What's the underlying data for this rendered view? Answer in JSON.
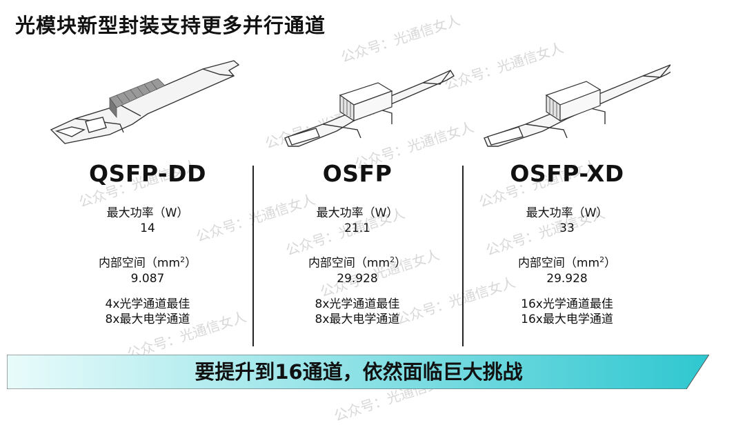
{
  "title": "光模块新型封装支持更多并行通道",
  "watermark": "公众号：光通信女人",
  "modules": [
    {
      "name": "QSFP-DD",
      "power_label": "最大功率（W）",
      "power_value": "14",
      "space_label": "内部空间（mm",
      "space_sup": "2",
      "space_close": "）",
      "space_value": "9.087",
      "optical_channels": "4x光学通道最佳",
      "electrical_channels": "8x最大电学通道"
    },
    {
      "name": "OSFP",
      "power_label": "最大功率（W）",
      "power_value": "21.1",
      "space_label": "内部空间（mm",
      "space_sup": "2",
      "space_close": "）",
      "space_value": "29.928",
      "optical_channels": "8x光学通道最佳",
      "electrical_channels": "8x最大电学通道"
    },
    {
      "name": "OSFP-XD",
      "power_label": "最大功率（W）",
      "power_value": "33",
      "space_label": "内部空间（mm",
      "space_sup": "2",
      "space_close": "）",
      "space_value": "29.928",
      "optical_channels": "16x光学通道最佳",
      "electrical_channels": "16x最大电学通道"
    }
  ],
  "banner": {
    "text": "要提升到16通道，依然面临巨大挑战",
    "color_left": "#e9fbfb",
    "color_right": "#2fc7d0"
  }
}
